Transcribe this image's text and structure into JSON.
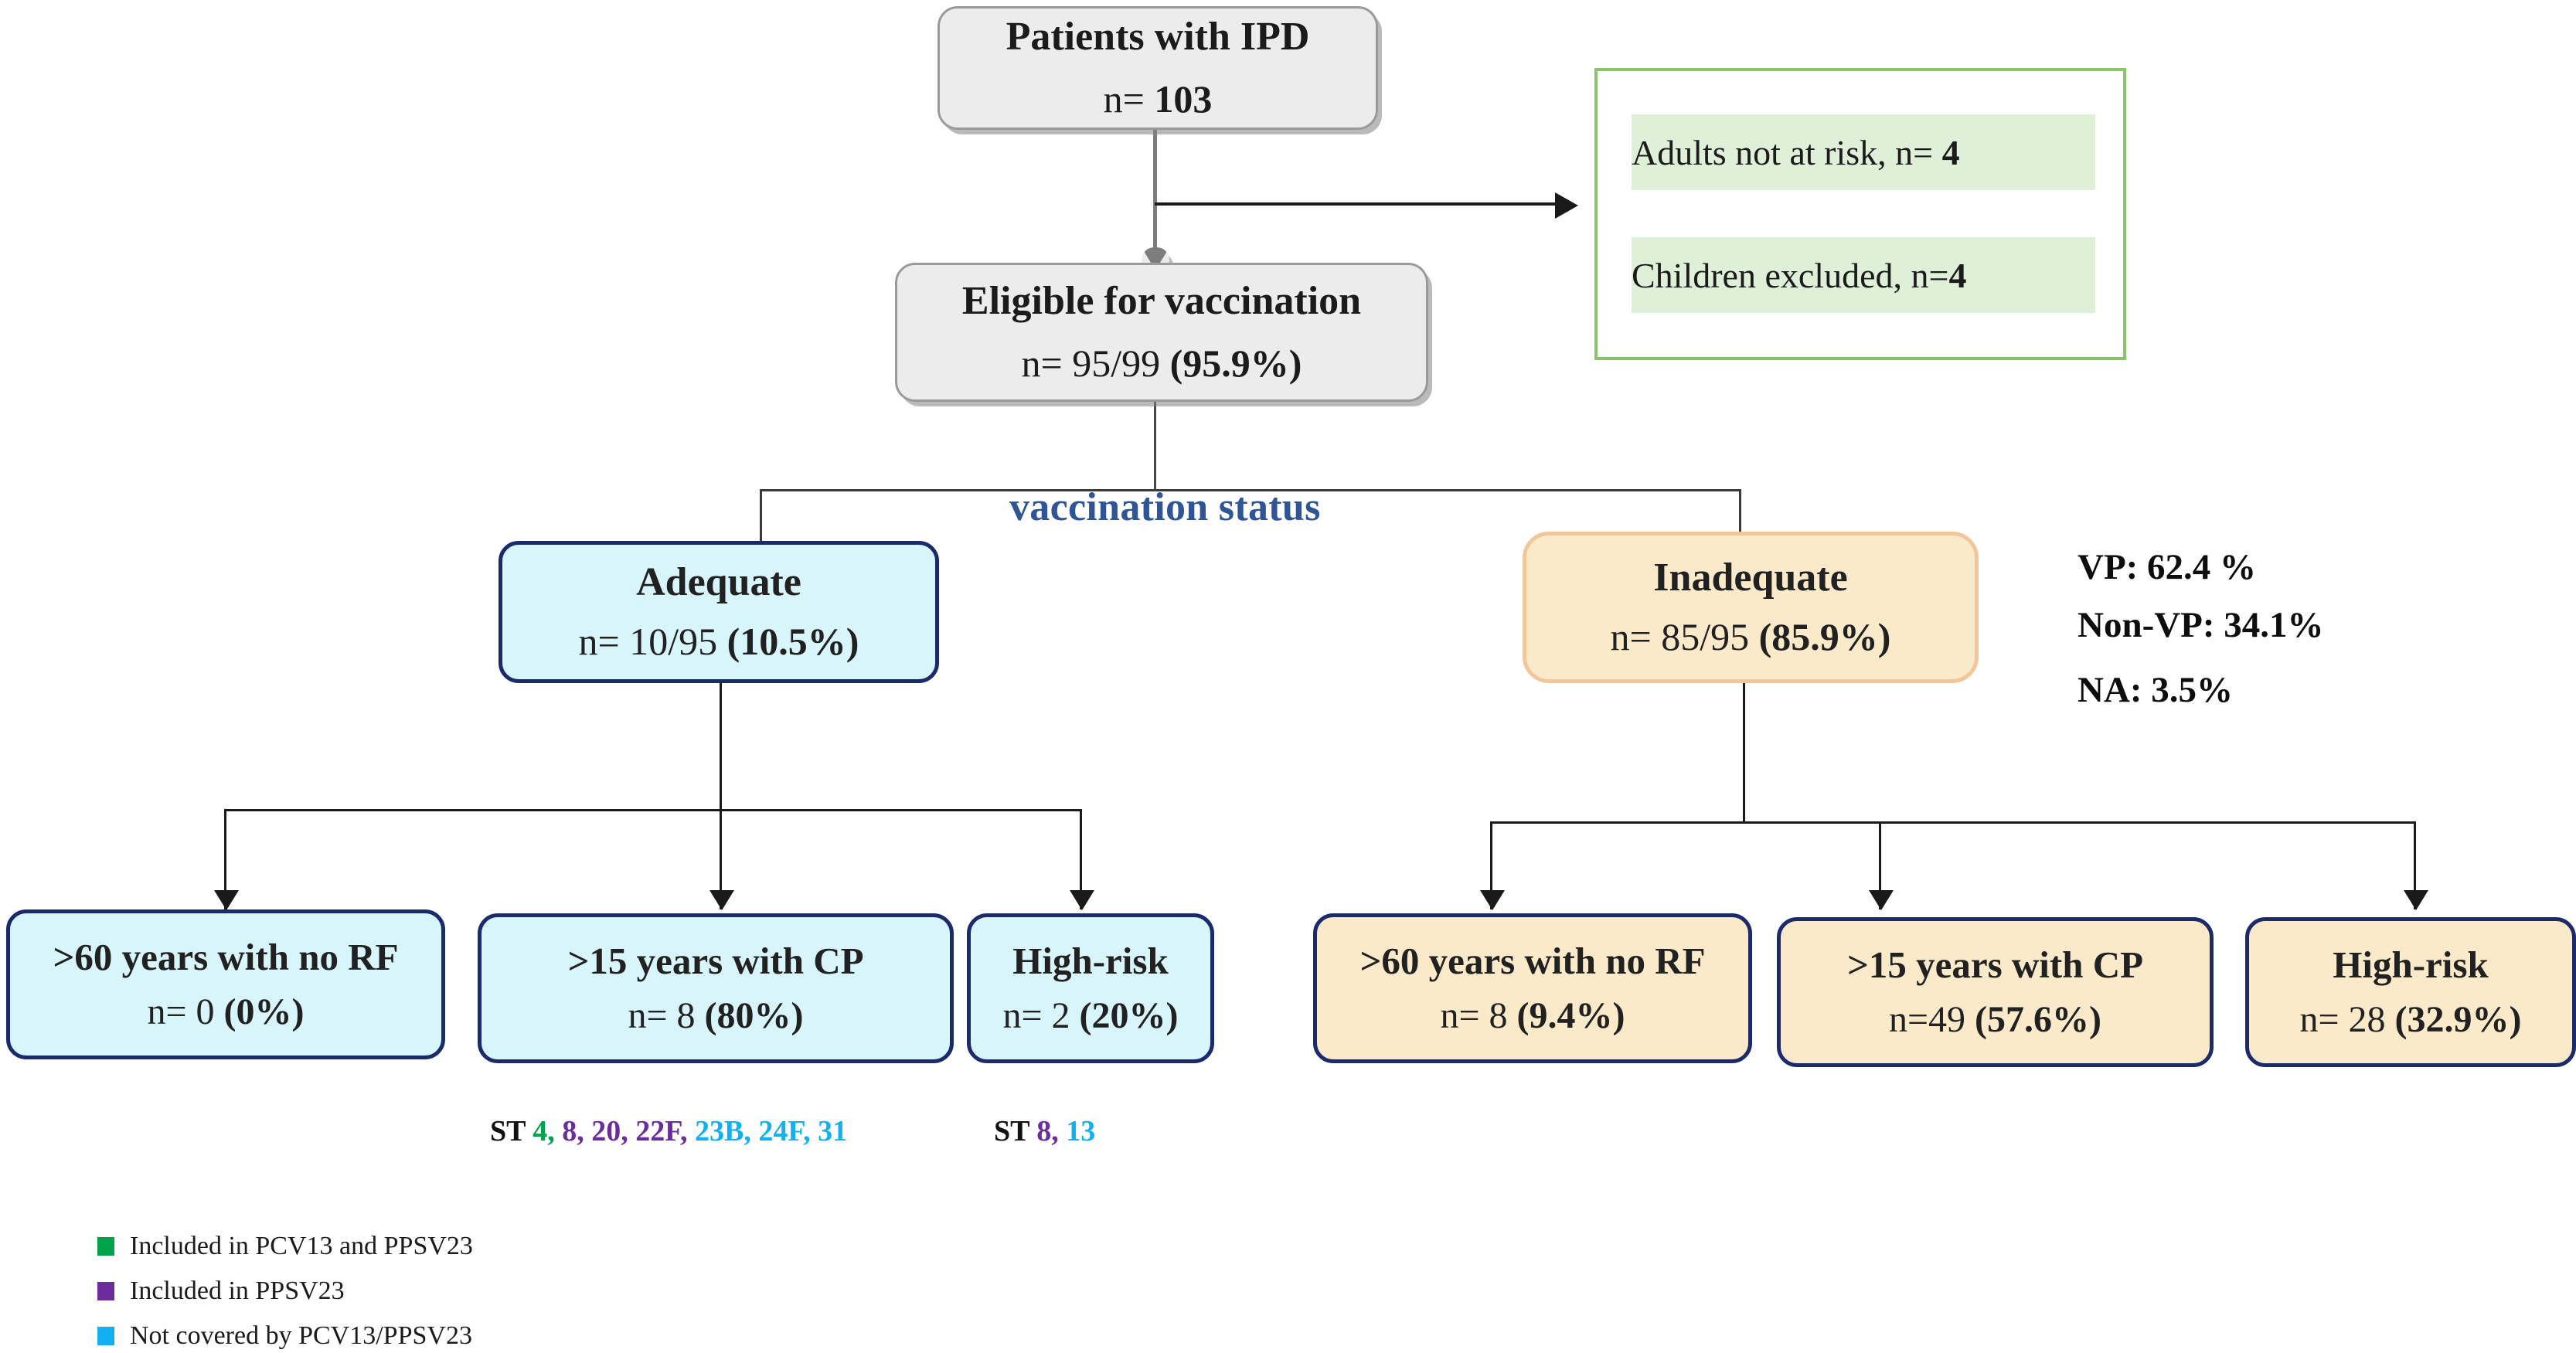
{
  "nodes": {
    "root": {
      "title": "Patients with IPD",
      "count_prefix": "n= ",
      "count": "103"
    },
    "eligible": {
      "title": "Eligible for vaccination",
      "count_prefix": "n= 95/99 ",
      "count": "(95.9%)"
    },
    "adequate": {
      "title": "Adequate",
      "count_prefix": "n= 10/95 ",
      "count": "(10.5%)"
    },
    "inadequate": {
      "title": "Inadequate",
      "count_prefix": "n= 85/95 ",
      "count": "(85.9%)"
    },
    "adequate_children": [
      {
        "title": ">60 years with no RF",
        "count_prefix": "n= 0 ",
        "count": "(0%)"
      },
      {
        "title": ">15 years with CP",
        "count_prefix": "n= 8 ",
        "count": "(80%)"
      },
      {
        "title": "High-risk",
        "count_prefix": "n= 2 ",
        "count": "(20%)"
      }
    ],
    "inadequate_children": [
      {
        "title": ">60 years with no RF",
        "count_prefix": "n= 8 ",
        "count": "(9.4%)"
      },
      {
        "title": ">15 years with CP",
        "count_prefix": "n=49 ",
        "count": "(57.6%)"
      },
      {
        "title": "High-risk",
        "count_prefix": "n= 28 ",
        "count": "(32.9%)"
      }
    ]
  },
  "excluded_panel": {
    "rows": [
      {
        "text": "Adults not at risk, n= ",
        "count": "4"
      },
      {
        "text": "Children excluded, n=",
        "count": "4"
      }
    ]
  },
  "branch_label": "vaccination status",
  "stats": [
    "VP: 62.4 %",
    "Non-VP: 34.1%",
    "NA: 3.5%"
  ],
  "serotypes": [
    {
      "prefix": "ST ",
      "segments": [
        {
          "text": "4, ",
          "group": "pcv13_ppsv23"
        },
        {
          "text": "8, 20, 22F, ",
          "group": "ppsv23"
        },
        {
          "text": "23B, 24F, 31",
          "group": "not_covered"
        }
      ]
    },
    {
      "prefix": "ST ",
      "segments": [
        {
          "text": "8, ",
          "group": "ppsv23"
        },
        {
          "text": "13",
          "group": "not_covered"
        }
      ]
    }
  ],
  "legend": [
    {
      "color": "#00a14b",
      "label": "Included in PCV13 and PPSV23"
    },
    {
      "color": "#6b2d9b",
      "label": "Included in PPSV23"
    },
    {
      "color": "#12b0ef",
      "label": "Not covered by PCV13/PPSV23"
    }
  ],
  "colors": {
    "pcv13_ppsv23": "#00a14b",
    "ppsv23": "#6b2d9b",
    "not_covered": "#12b0ef",
    "branch_label": "#2f5597",
    "grey_node_fill": "#ececec",
    "cyan_node_fill": "#d7f5fb",
    "cream_node_fill": "#fbeaca",
    "navy_border": "#1b2a6b",
    "green_panel_border": "#8ac46a",
    "green_row_fill": "#dff0d8"
  }
}
